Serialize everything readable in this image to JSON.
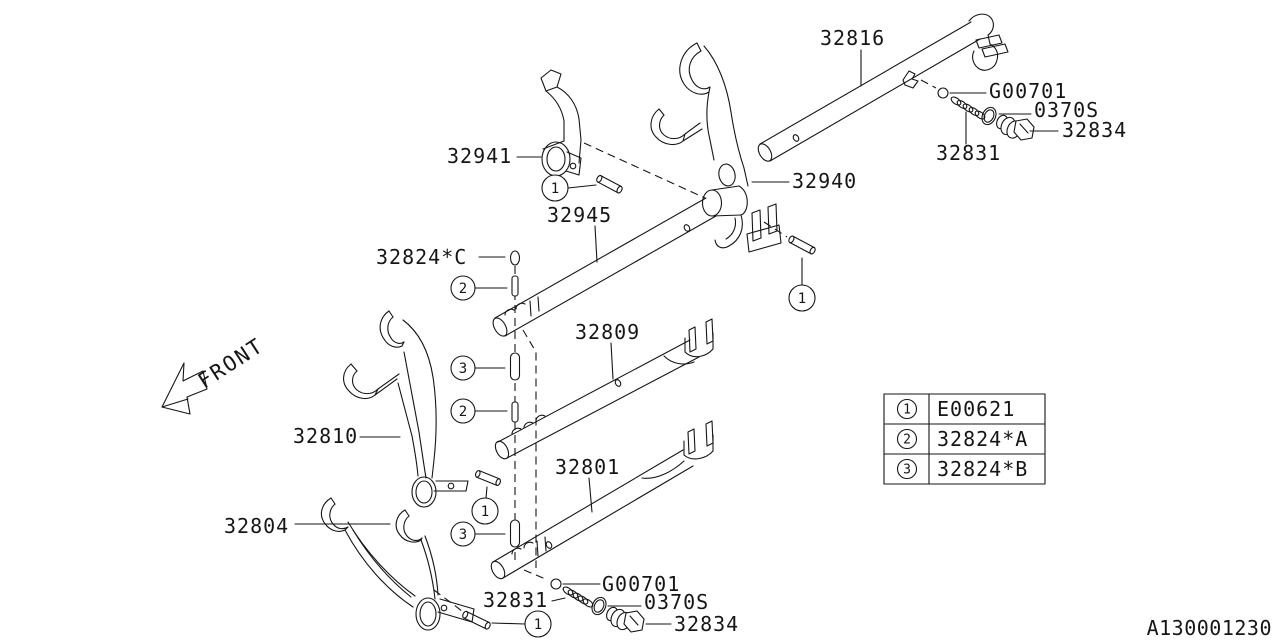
{
  "drawing": {
    "number": "A130001230",
    "front_label": "FRONT"
  },
  "labels": {
    "rod_top": "32816",
    "detent_ball_top": "G00701",
    "detent_spring_top": "32831",
    "detent_oring_top": "0370S",
    "detent_plug_top": "32834",
    "fork_small": "32941",
    "rod_reverse": "32945",
    "fork_center": "32940",
    "detent_ball_col": "32824*C",
    "rod_mid": "32809",
    "fork_left": "32810",
    "fork_bottom": "32804",
    "rod_low": "32801",
    "detent_ball_bot": "G00701",
    "detent_spring_bot": "32831",
    "detent_oring_bot": "0370S",
    "detent_plug_bot": "32834"
  },
  "callouts": {
    "one": "1",
    "two": "2",
    "three": "3"
  },
  "legend": {
    "rows": [
      {
        "symbol": "1",
        "part_number": "E00621"
      },
      {
        "symbol": "2",
        "part_number": "32824*A"
      },
      {
        "symbol": "3",
        "part_number": "32824*B"
      }
    ]
  }
}
